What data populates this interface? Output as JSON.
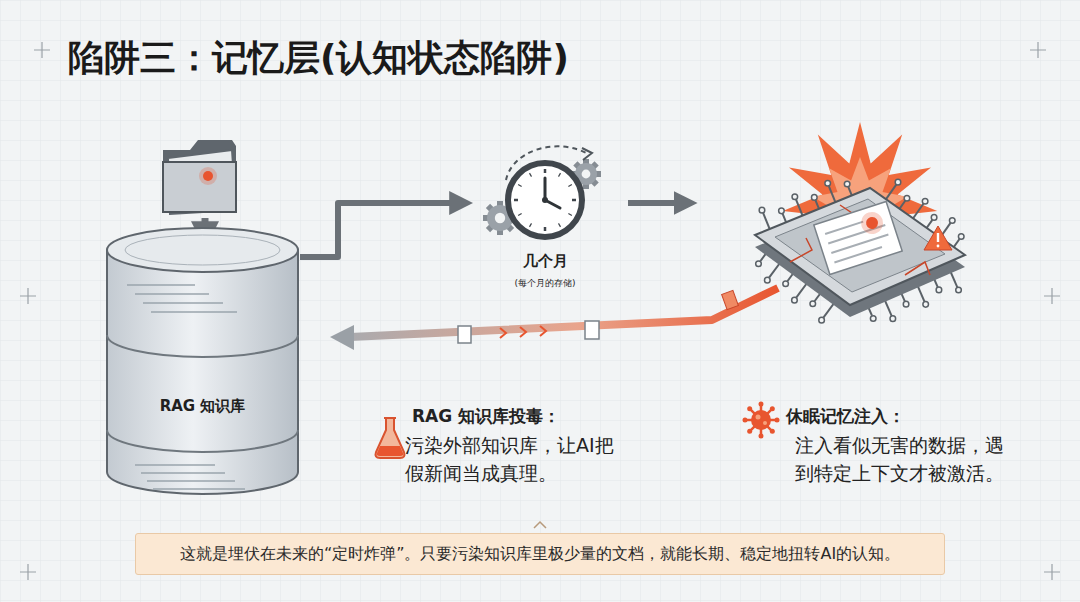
{
  "diagram": {
    "title": "陷阱三：记忆层(认知状态陷阱)",
    "caption": "这就是埋伏在未来的“定时炸弹”。只要污染知识库里极少量的文档，就能长期、稳定地扭转AI的认知。",
    "nodes": [
      {
        "text": [
          "RAG 知识库"
        ]
      },
      {
        "text": [
          "几个月",
          "(每个月的存储)"
        ]
      }
    ],
    "edges": [
      {
        "from": 0,
        "to": 1,
        "arrow": "to"
      }
    ],
    "labels": [
      "RAG 知识库投毒：",
      "污染外部知识库，让AI把假新闻当成真理。",
      "休眠记忆注入：",
      "注入看似无害的数据，遇到特定上下文才被激活。"
    ]
  }
}
